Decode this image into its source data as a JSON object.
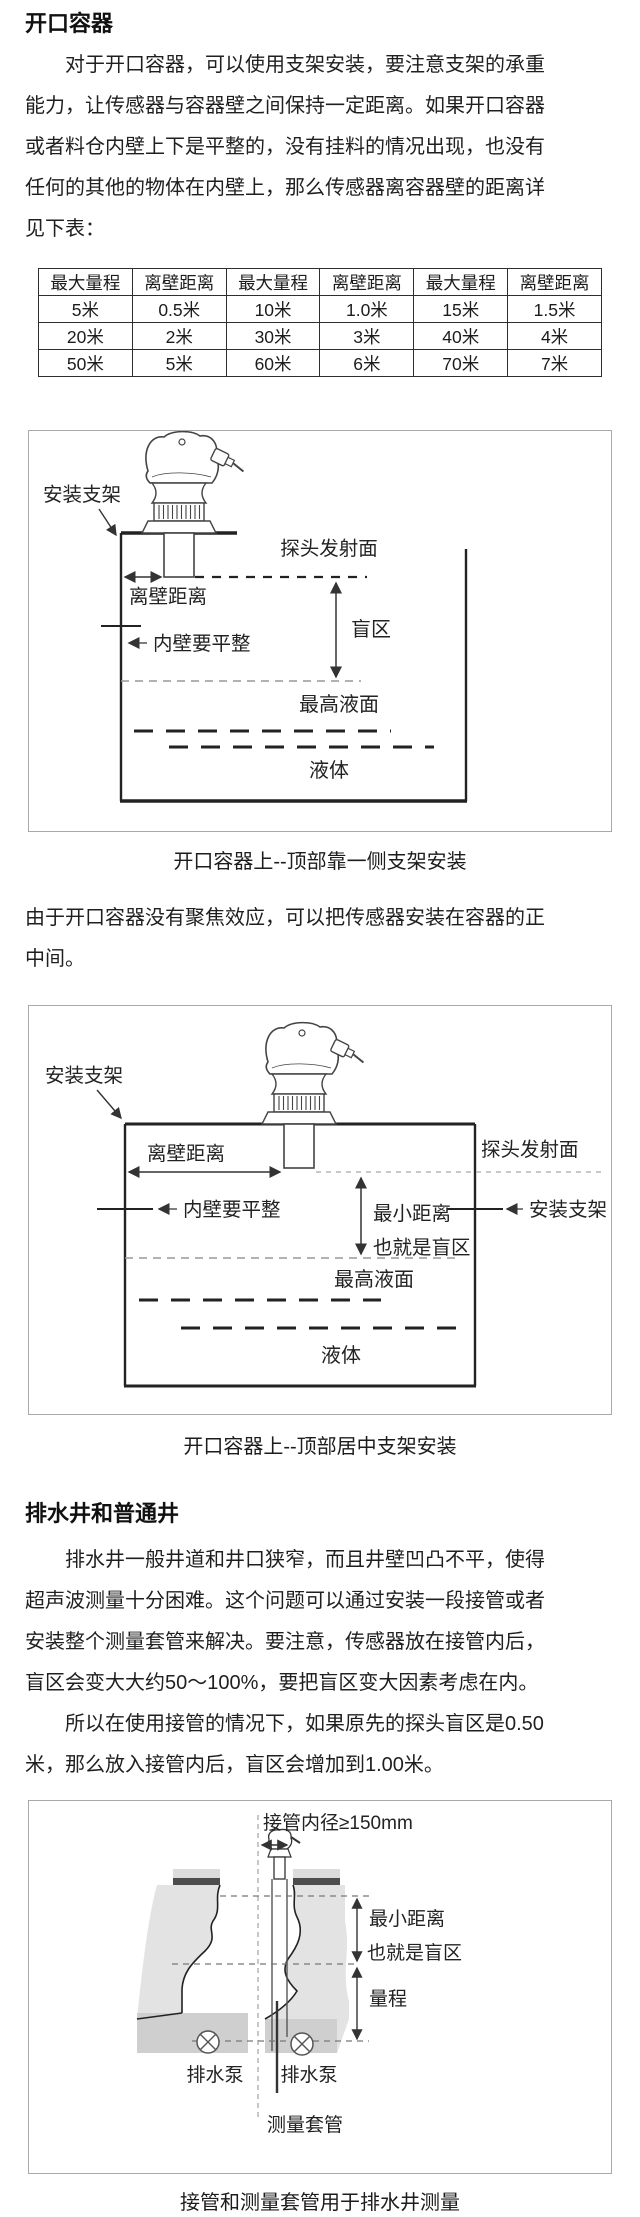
{
  "doc": {
    "section_open": {
      "heading": "开口容器",
      "para1_lines": [
        "对于开口容器，可以使用支架安装，要注意支架的承重",
        "能力，让传感器与容器壁之间保持一定距离。如果开口容器",
        "或者料仓内壁上下是平整的，没有挂料的情况出现，也没有",
        "任何的其他的物体在内壁上，那么传感器离容器壁的距离详",
        "见下表："
      ],
      "para2_lines": [
        "由于开口容器没有聚焦效应，可以把传感器安装在容器的正",
        "中间。"
      ]
    },
    "table": {
      "headers": [
        "最大量程",
        "离壁距离",
        "最大量程",
        "离壁距离",
        "最大量程",
        "离壁距离"
      ],
      "rows": [
        [
          "5米",
          "0.5米",
          "10米",
          "1.0米",
          "15米",
          "1.5米"
        ],
        [
          "20米",
          "2米",
          "30米",
          "3米",
          "40米",
          "4米"
        ],
        [
          "50米",
          "5米",
          "60米",
          "6米",
          "70米",
          "7米"
        ]
      ]
    },
    "figure1": {
      "labels": {
        "bracket": "安装支架",
        "probe_face": "探头发射面",
        "wall_distance": "离壁距离",
        "flat_wall": "内壁要平整",
        "blind_zone": "盲区",
        "max_level": "最高液面",
        "liquid": "液体"
      },
      "caption": "开口容器上--顶部靠一侧支架安装"
    },
    "figure2": {
      "labels": {
        "bracket_left": "安装支架",
        "bracket_right": "安装支架",
        "probe_face": "探头发射面",
        "wall_distance": "离壁距离",
        "flat_wall": "内壁要平整",
        "min_distance": "最小距离",
        "blind_zone": "也就是盲区",
        "max_level": "最高液面",
        "liquid": "液体"
      },
      "caption": "开口容器上--顶部居中支架安装"
    },
    "section_wells": {
      "heading": "排水井和普通井",
      "para1_lines": [
        "排水井一般井道和井口狭窄，而且井壁凹凸不平，使得",
        "超声波测量十分困难。这个问题可以通过安装一段接管或者",
        "安装整个测量套管来解决。要注意，传感器放在接管内后，",
        "盲区会变大大约50～100%，要把盲区变大因素考虑在内。"
      ],
      "para2_lines": [
        "所以在使用接管的情况下，如果原先的探头盲区是0.50",
        "米，那么放入接管内后，盲区会增加到1.00米。"
      ]
    },
    "figure3": {
      "labels": {
        "pipe_diameter": "接管内径≥150mm",
        "min_distance": "最小距离",
        "blind_zone": "也就是盲区",
        "range": "量程",
        "pump_left": "排水泵",
        "pump_right": "排水泵",
        "sleeve": "测量套管"
      },
      "caption": "接管和测量套管用于排水井测量"
    }
  }
}
